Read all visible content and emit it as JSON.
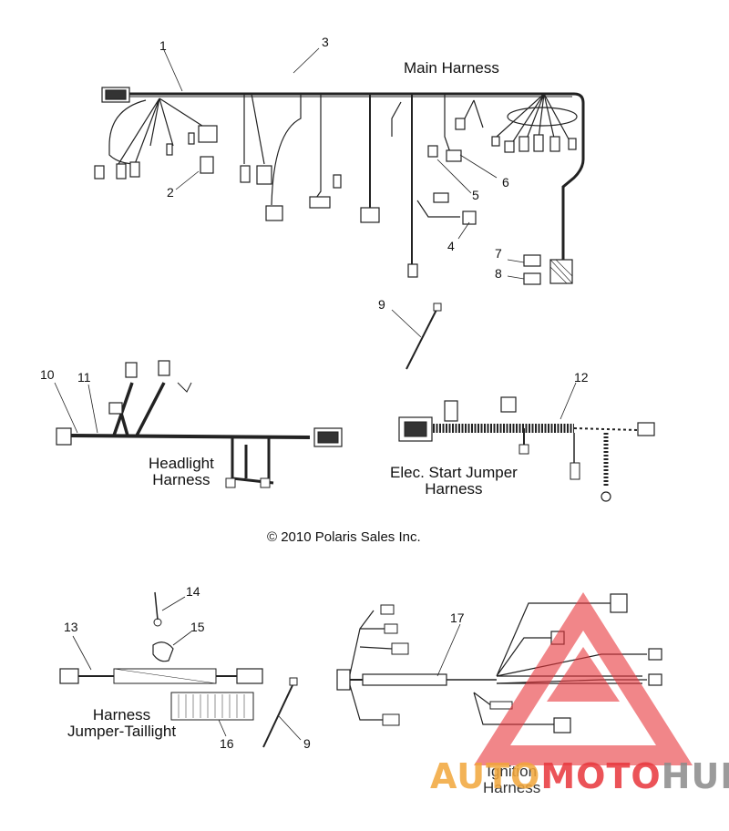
{
  "titles": {
    "main": "Main Harness",
    "headlight": "Headlight\nHarness",
    "elec_start": "Elec. Start Jumper\nHarness",
    "taillight": "Harness\nJumper-Taillight",
    "ignition": "Ignition\nHarness"
  },
  "copyright": "© 2010 Polaris Sales Inc.",
  "callouts": [
    "1",
    "2",
    "3",
    "4",
    "5",
    "6",
    "7",
    "8",
    "9",
    "10",
    "11",
    "12",
    "13",
    "14",
    "15",
    "16",
    "9",
    "17"
  ],
  "watermark": {
    "part1": "AUTO",
    "part2": "MOTO",
    "part3": "HUB",
    "colors": {
      "orange": "#f2a63a",
      "red": "#e8363c",
      "gray": "#8a8a8a"
    }
  }
}
